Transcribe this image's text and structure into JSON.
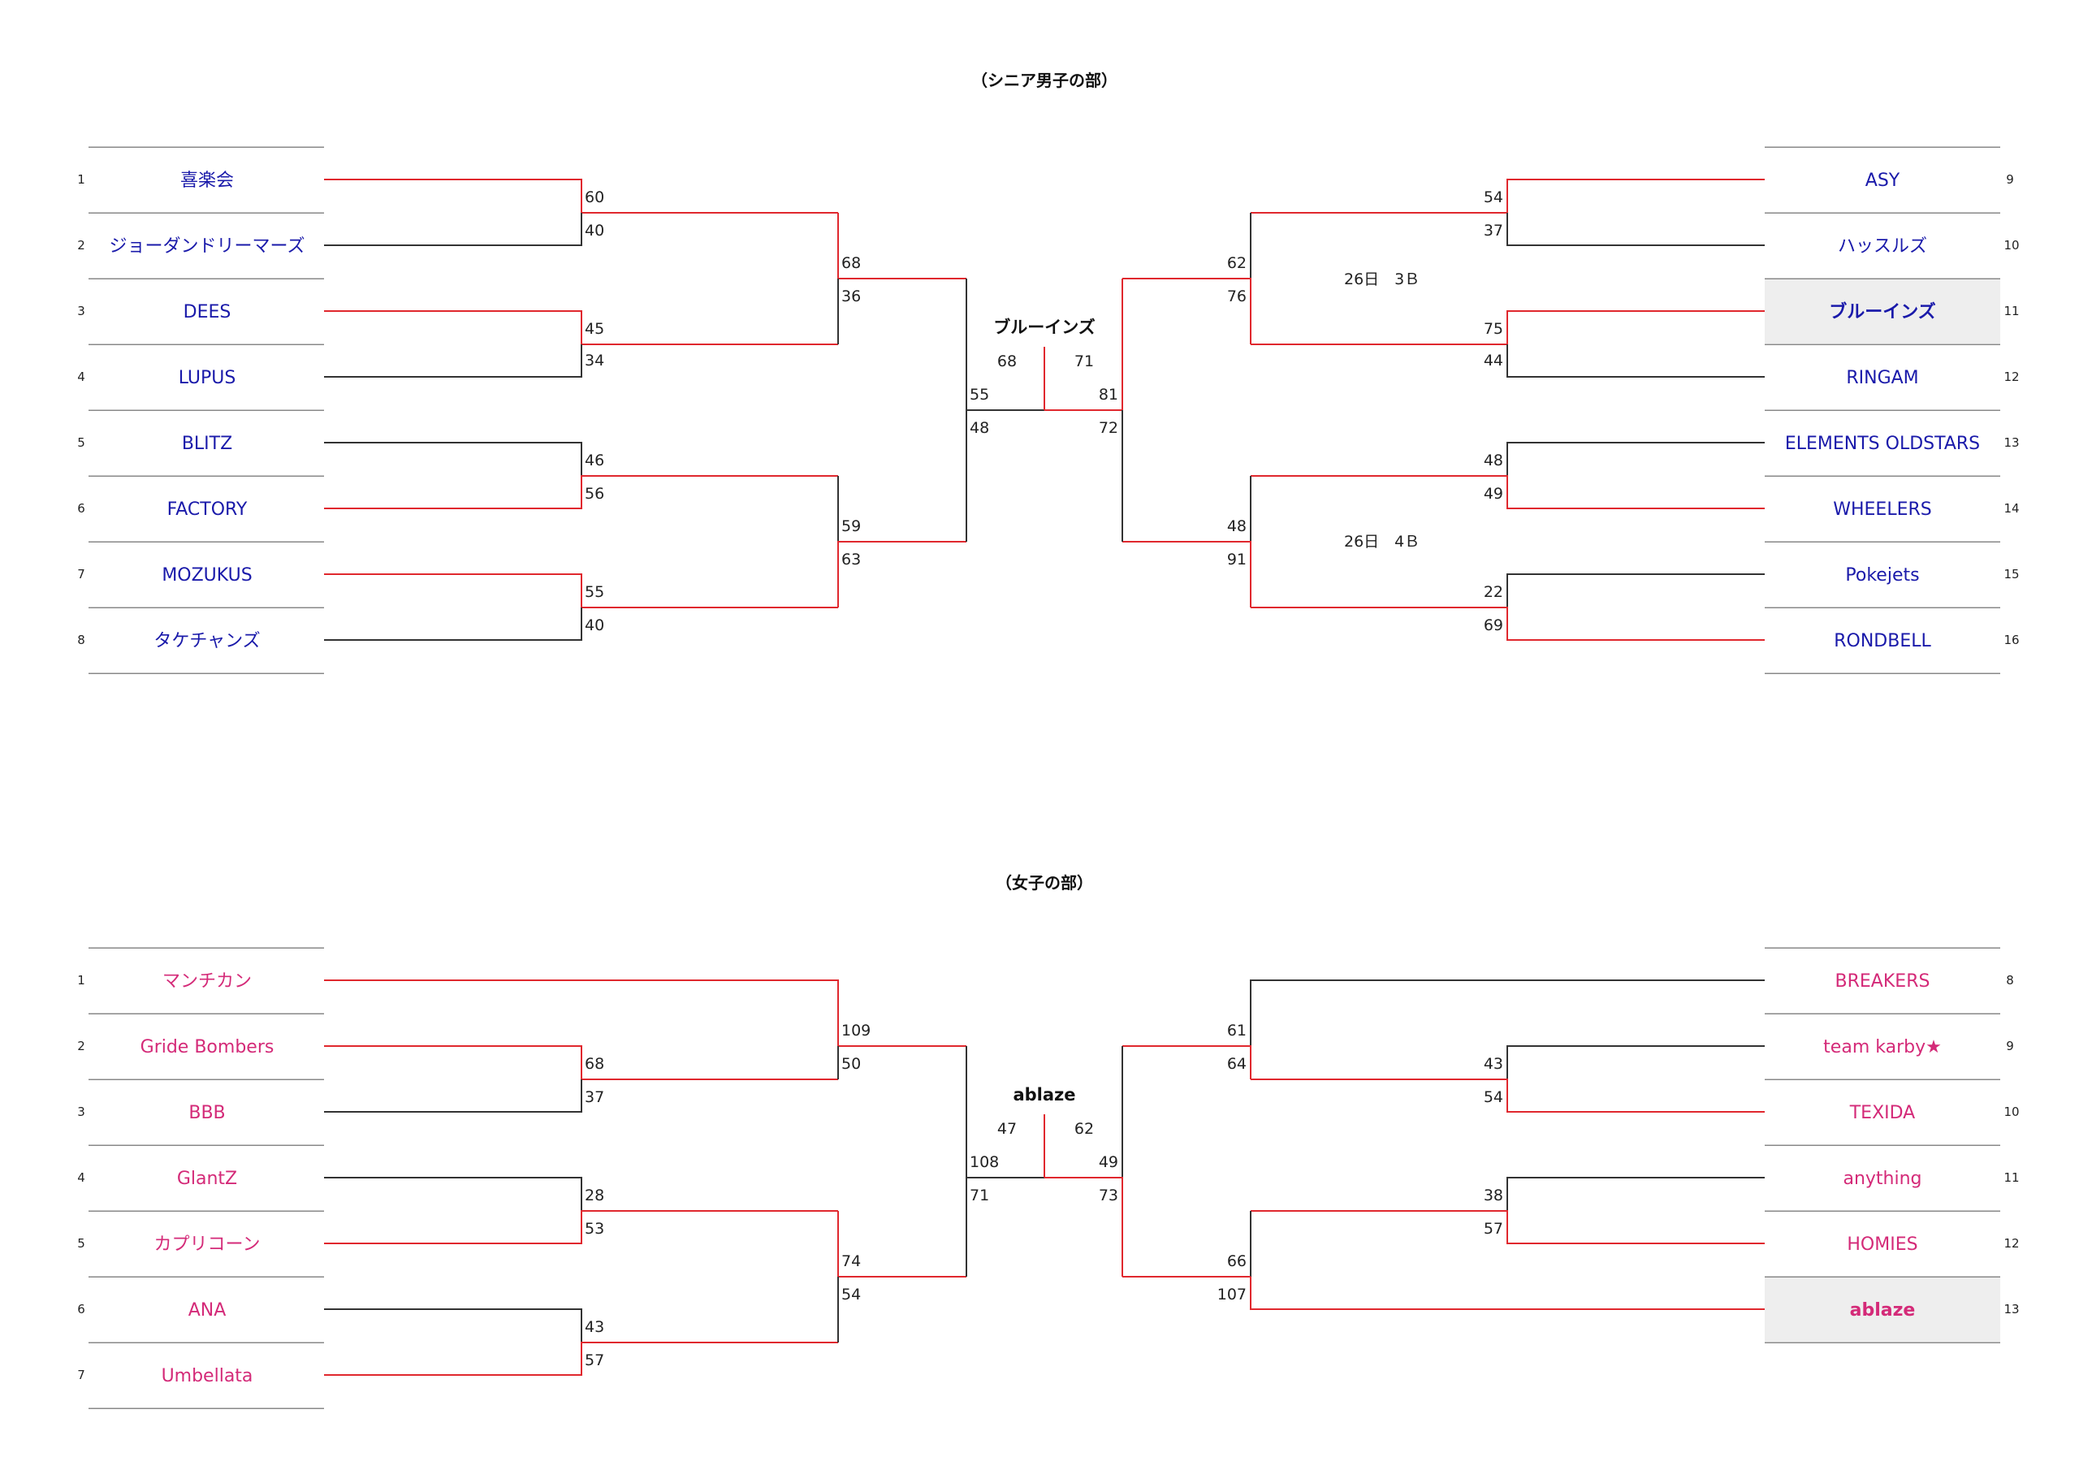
{
  "senior": {
    "title": "（シニア男子の部）",
    "team_color": "#1a1aaa",
    "left": [
      {
        "no": "1",
        "name": "喜楽会"
      },
      {
        "no": "2",
        "name": "ジョーダンドリーマーズ"
      },
      {
        "no": "3",
        "name": "DEES"
      },
      {
        "no": "4",
        "name": "LUPUS"
      },
      {
        "no": "5",
        "name": "BLITZ"
      },
      {
        "no": "6",
        "name": "FACTORY"
      },
      {
        "no": "7",
        "name": "MOZUKUS"
      },
      {
        "no": "8",
        "name": "タケチャンズ"
      }
    ],
    "right": [
      {
        "no": "9",
        "name": "ASY"
      },
      {
        "no": "10",
        "name": "ハッスルズ"
      },
      {
        "no": "11",
        "name": "ブルーインズ",
        "champion": true
      },
      {
        "no": "12",
        "name": "RINGAM"
      },
      {
        "no": "13",
        "name": "ELEMENTS OLDSTARS"
      },
      {
        "no": "14",
        "name": "WHEELERS"
      },
      {
        "no": "15",
        "name": "Pokejets"
      },
      {
        "no": "16",
        "name": "RONDBELL"
      }
    ],
    "scores_left": {
      "r1": [
        [
          "60",
          "40"
        ],
        [
          "45",
          "34"
        ],
        [
          "46",
          "56"
        ],
        [
          "55",
          "40"
        ]
      ],
      "r2": [
        [
          "68",
          "36"
        ],
        [
          "59",
          "63"
        ]
      ],
      "semi": [
        "55",
        "48"
      ]
    },
    "scores_right": {
      "r1": [
        [
          "54",
          "37"
        ],
        [
          "75",
          "44"
        ],
        [
          "48",
          "49"
        ],
        [
          "22",
          "69"
        ]
      ],
      "r2": [
        [
          "62",
          "76"
        ],
        [
          "48",
          "91"
        ]
      ],
      "semi": [
        "81",
        "72"
      ]
    },
    "final": {
      "winner": "ブルーインズ",
      "left_score": "68",
      "right_score": "71"
    },
    "schedule_notes": [
      "26日　3Ｂ",
      "26日　4Ｂ"
    ]
  },
  "women": {
    "title": "（女子の部）",
    "team_color": "#d42a78",
    "left": [
      {
        "no": "1",
        "name": "マンチカン"
      },
      {
        "no": "2",
        "name": "Gride Bombers"
      },
      {
        "no": "3",
        "name": "BBB"
      },
      {
        "no": "4",
        "name": "GlantZ"
      },
      {
        "no": "5",
        "name": "カプリコーン"
      },
      {
        "no": "6",
        "name": "ANA"
      },
      {
        "no": "7",
        "name": "Umbellata"
      }
    ],
    "right": [
      {
        "no": "8",
        "name": "BREAKERS"
      },
      {
        "no": "9",
        "name": "team karby★"
      },
      {
        "no": "10",
        "name": "TEXIDA"
      },
      {
        "no": "11",
        "name": "anything"
      },
      {
        "no": "12",
        "name": "HOMIES"
      },
      {
        "no": "13",
        "name": "ablaze",
        "champion": true
      }
    ],
    "scores_left": {
      "r1": [
        [
          "68",
          "37"
        ],
        [
          "28",
          "53"
        ],
        [
          "43",
          "57"
        ]
      ],
      "r2": [
        [
          "109",
          "50"
        ],
        [
          "74",
          "54"
        ]
      ],
      "semi": [
        "108",
        "71"
      ]
    },
    "scores_right": {
      "r1": [
        [
          "43",
          "54"
        ],
        [
          "38",
          "57"
        ]
      ],
      "r2": [
        [
          "61",
          "64"
        ],
        [
          "66",
          "107"
        ]
      ],
      "semi": [
        "49",
        "73"
      ]
    },
    "final": {
      "winner": "ablaze",
      "left_score": "47",
      "right_score": "62"
    }
  },
  "colors": {
    "win_line": "#e0282e",
    "line": "#333333",
    "champion_bg": "#eeeeee",
    "rule": "#888888"
  }
}
